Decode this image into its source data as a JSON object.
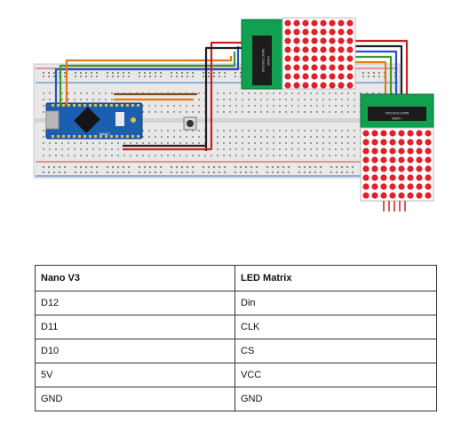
{
  "diagram": {
    "chip_label": "MAX7219CNG",
    "chip_sub": "+1608",
    "board_label": "NANO"
  },
  "colors": {
    "breadboard": "#e8e8e8",
    "rail_red": "#e04040",
    "rail_blue": "#3f6fd8",
    "nano_blue": "#1b5fb0",
    "pcb_green": "#10a050",
    "led_red": "#e0202a",
    "wire_blue": "#2850c8",
    "wire_green": "#3a9a2a",
    "wire_orange": "#e07818",
    "wire_brown": "#7a4a20",
    "wire_red": "#cc2020",
    "wire_black": "#202020"
  },
  "table": {
    "headers": [
      "Nano V3",
      "LED Matrix"
    ],
    "rows": [
      [
        "D12",
        "Din"
      ],
      [
        "D11",
        "CLK"
      ],
      [
        "D10",
        "CS"
      ],
      [
        "5V",
        "VCC"
      ],
      [
        "GND",
        "GND"
      ]
    ]
  }
}
